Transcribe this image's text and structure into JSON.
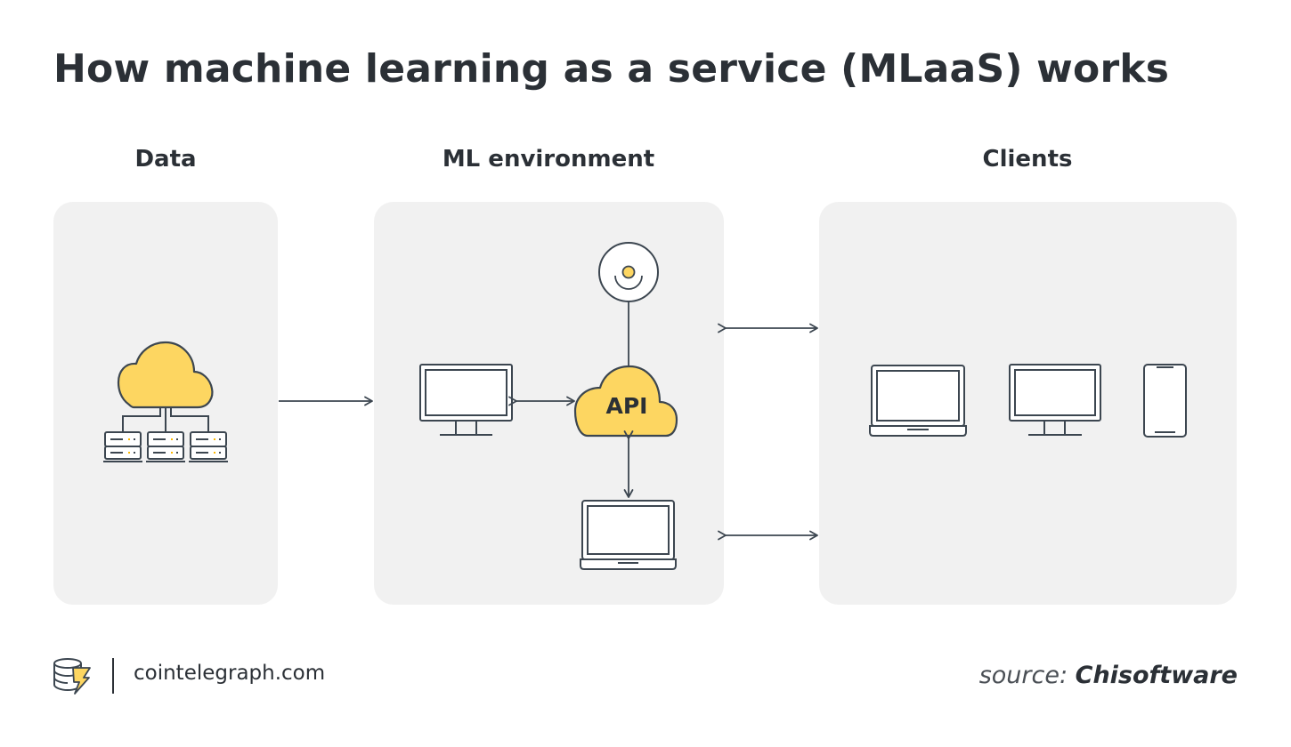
{
  "title": "How machine learning as a service (MLaaS) works",
  "columns": {
    "data": "Data",
    "ml_environment": "ML environment",
    "clients": "Clients"
  },
  "api_label": "API",
  "footer": {
    "brand": "cointelegraph.com",
    "source_prefix": "source:",
    "source_name": "Chisoftware"
  },
  "colors": {
    "accent_yellow": "#fdd661",
    "stroke": "#3c4650",
    "panel": "#f1f1f1"
  },
  "icons": {
    "data": [
      "cloud-icon",
      "server-icon"
    ],
    "ml_environment": [
      "sensor-icon",
      "monitor-icon",
      "api-cloud-icon",
      "laptop-icon"
    ],
    "clients": [
      "laptop-icon",
      "monitor-icon",
      "smartphone-icon"
    ]
  }
}
